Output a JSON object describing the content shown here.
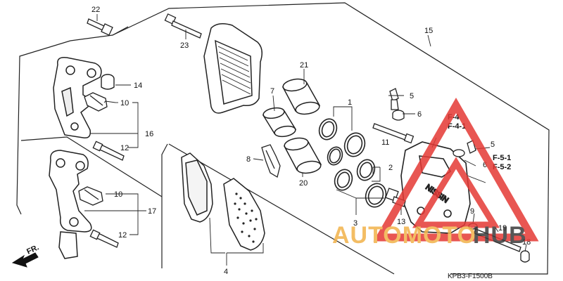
{
  "diagram": {
    "part_numbers": [
      "1",
      "2",
      "3",
      "4",
      "5",
      "6",
      "7",
      "8",
      "9",
      "10",
      "11",
      "12",
      "13",
      "14",
      "15",
      "16",
      "17",
      "18",
      "19",
      "20",
      "21",
      "22",
      "23"
    ],
    "callouts": {
      "p22": "22",
      "p23": "23",
      "p15": "15",
      "p21": "21",
      "p7": "7",
      "p1": "1",
      "p5a": "5",
      "p6a": "6",
      "p14": "14",
      "p10a": "10",
      "p16": "16",
      "p12a": "12",
      "p11": "11",
      "p5b": "5",
      "p6b": "6",
      "p8": "8",
      "p2": "2",
      "p20": "20",
      "p10b": "10",
      "p17": "17",
      "p12b": "12",
      "p3": "3",
      "p13": "13",
      "p9": "9",
      "p19": "19",
      "p18": "18",
      "p4": "4"
    },
    "references": [
      "F-4",
      "F-4-1",
      "F-5-1",
      "F-5-2"
    ],
    "direction_label": "FR.",
    "diagram_code": "KPB3-F1500B",
    "caliper_marking": "NISSIN"
  },
  "watermark": {
    "text_primary": "AUTOMOTO",
    "text_secondary": "HUB",
    "color_primary": "#f2b24a",
    "color_secondary": "#3a3a3a",
    "triangle_color": "#e53935"
  }
}
